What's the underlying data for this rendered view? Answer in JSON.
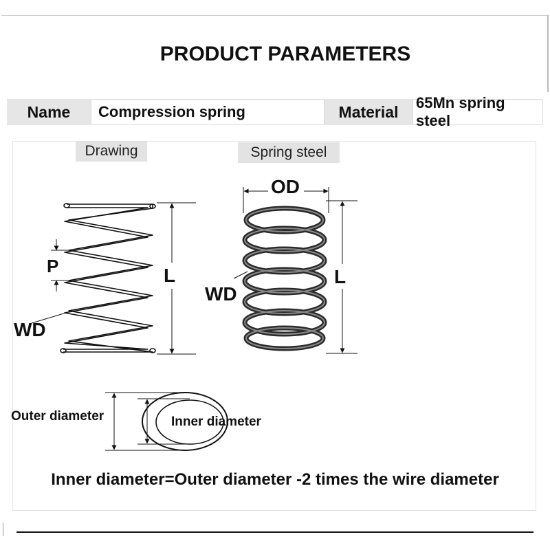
{
  "header": {
    "title": "PRODUCT PARAMETERS"
  },
  "params": {
    "name_label": "Name",
    "name_value": "Compression spring",
    "material_label": "Material",
    "material_value": "65Mn spring steel"
  },
  "drawing": {
    "tag": "Drawing",
    "pitch_label": "P",
    "length_label": "L",
    "wire_label": "WD"
  },
  "photo": {
    "tag": "Spring steel",
    "od_label": "OD",
    "length_label": "L",
    "wire_label": "WD"
  },
  "ring": {
    "outer_label": "Outer diameter",
    "inner_label": "Inner diameter"
  },
  "formula": "Inner diameter=Outer diameter -2 times the wire diameter"
}
